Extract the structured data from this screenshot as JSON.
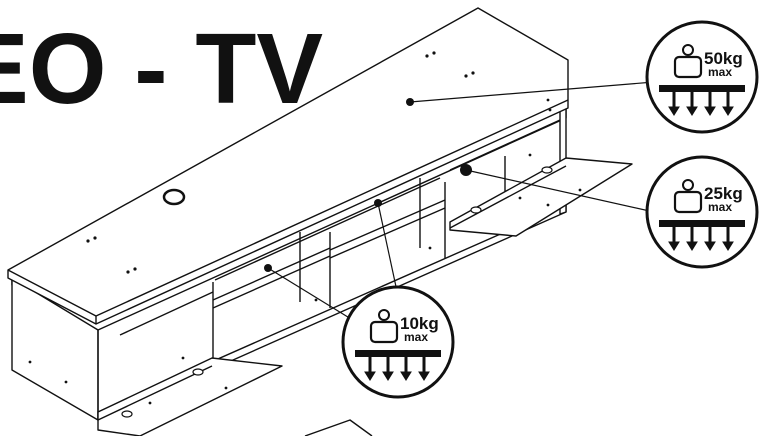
{
  "title": "EO - TV",
  "load_badges": [
    {
      "id": "top",
      "weight": "50kg",
      "max_label": "max",
      "icon": "weight-icon"
    },
    {
      "id": "side-compartment",
      "weight": "25kg",
      "max_label": "max",
      "icon": "weight-icon"
    },
    {
      "id": "shelf",
      "weight": "10kg",
      "max_label": "max",
      "icon": "weight-icon"
    }
  ]
}
